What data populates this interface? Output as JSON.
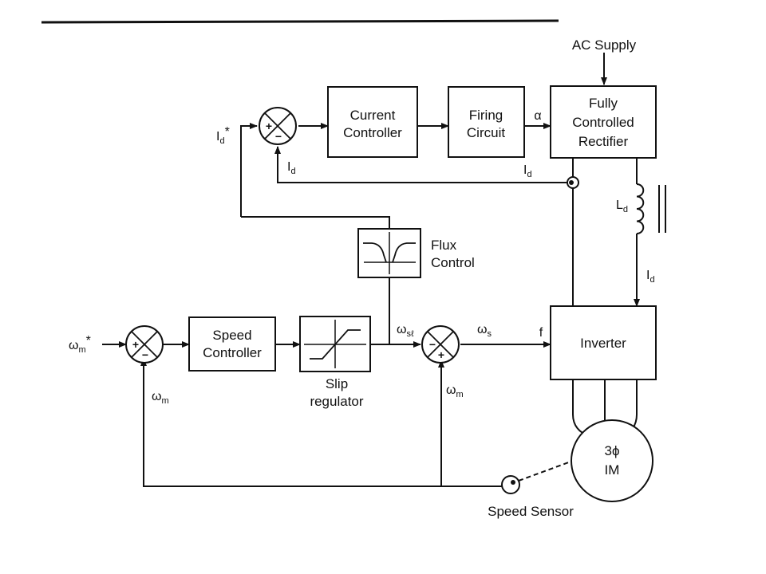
{
  "blocks": {
    "current_controller": [
      "Current",
      "Controller"
    ],
    "firing_circuit": [
      "Firing",
      "Circuit"
    ],
    "rectifier": [
      "Fully",
      "Controlled",
      "Rectifier"
    ],
    "flux_control": [
      "Flux",
      "Control"
    ],
    "speed_controller": [
      "Speed",
      "Controller"
    ],
    "slip_regulator": [
      "Slip",
      "regulator"
    ],
    "inverter": "Inverter",
    "motor": [
      "3ϕ",
      "IM"
    ],
    "speed_sensor": "Speed Sensor"
  },
  "signals": {
    "ac_supply": "AC Supply",
    "alpha": "α",
    "frequency": "f",
    "id_ref": {
      "base": "I",
      "sub": "d",
      "sup": "*"
    },
    "id_feedback": {
      "base": "I",
      "sub": "d"
    },
    "id_top": {
      "base": "I",
      "sub": "d"
    },
    "id_dc": {
      "base": "I",
      "sub": "d"
    },
    "inductor": {
      "base": "L",
      "sub": "d"
    },
    "wm_ref": {
      "base": "ω",
      "sub": "m",
      "sup": "*"
    },
    "wm_fb1": {
      "base": "ω",
      "sub": "m"
    },
    "wm_fb2": {
      "base": "ω",
      "sub": "m"
    },
    "wsl": {
      "base": "ω",
      "sub": "sℓ"
    },
    "ws": {
      "base": "ω",
      "sub": "s"
    }
  },
  "summers": {
    "plus": "+",
    "minus": "−"
  }
}
